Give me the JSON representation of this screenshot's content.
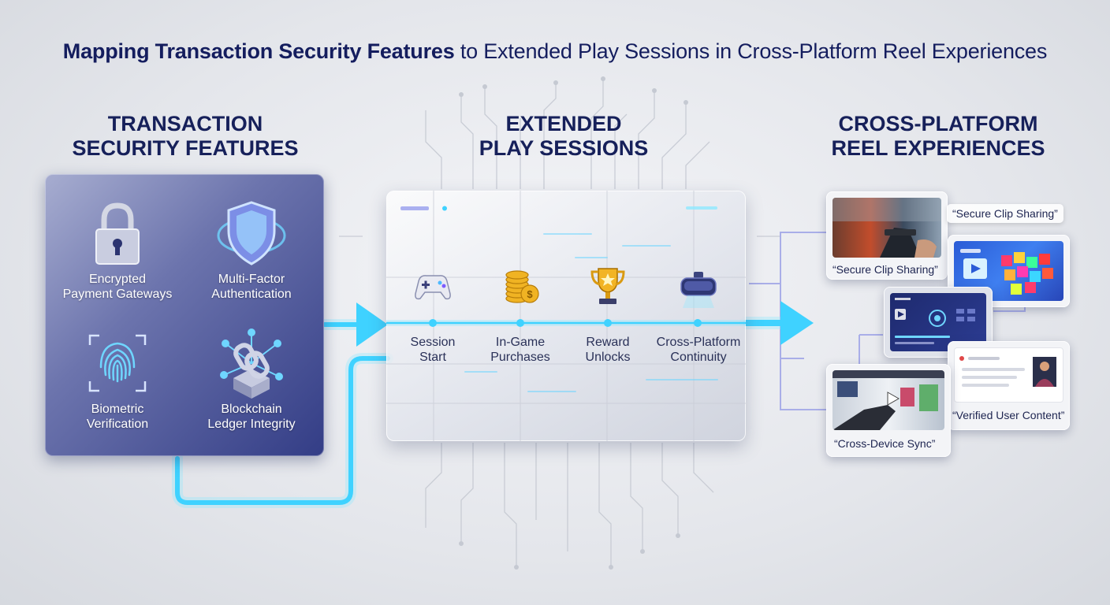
{
  "title": {
    "bold": "Mapping Transaction Security Features",
    "rest": " to Extended Play Sessions in Cross-Platform Reel Experiences"
  },
  "columns": {
    "security": {
      "title_line1": "TRANSACTION",
      "title_line2": "SECURITY FEATURES"
    },
    "play": {
      "title_line1": "EXTENDED",
      "title_line2": "PLAY SESSIONS"
    },
    "reel": {
      "title_line1": "CROSS-PLATFORM",
      "title_line2": "REEL EXPERIENCES"
    }
  },
  "security_features": [
    {
      "line1": "Encrypted",
      "line2": "Payment Gateways",
      "icon": "padlock-icon"
    },
    {
      "line1": "Multi-Factor",
      "line2": "Authentication",
      "icon": "shield-icon"
    },
    {
      "line1": "Biometric",
      "line2": "Verification",
      "icon": "fingerprint-icon"
    },
    {
      "line1": "Blockchain",
      "line2": "Ledger Integrity",
      "icon": "chain-link-icon"
    }
  ],
  "play_stages": [
    {
      "line1": "Session",
      "line2": "Start",
      "icon": "gamepad-icon"
    },
    {
      "line1": "In-Game",
      "line2": "Purchases",
      "icon": "coins-icon"
    },
    {
      "line1": "Reward",
      "line2": "Unlocks",
      "icon": "trophy-icon"
    },
    {
      "line1": "Cross-Platform",
      "line2": "Continuity",
      "icon": "vr-headset-icon"
    }
  ],
  "reels": {
    "clip1_caption": "“Secure Clip Sharing”",
    "clip1_float": "“Secure Clip Sharing”",
    "verified_caption": "“Verified User Content”",
    "sync_caption": "“Cross-Device Sync”"
  },
  "colors": {
    "accent_cyan": "#3fd2ff",
    "navy": "#16205a",
    "panel_blue": "#3b458c"
  }
}
